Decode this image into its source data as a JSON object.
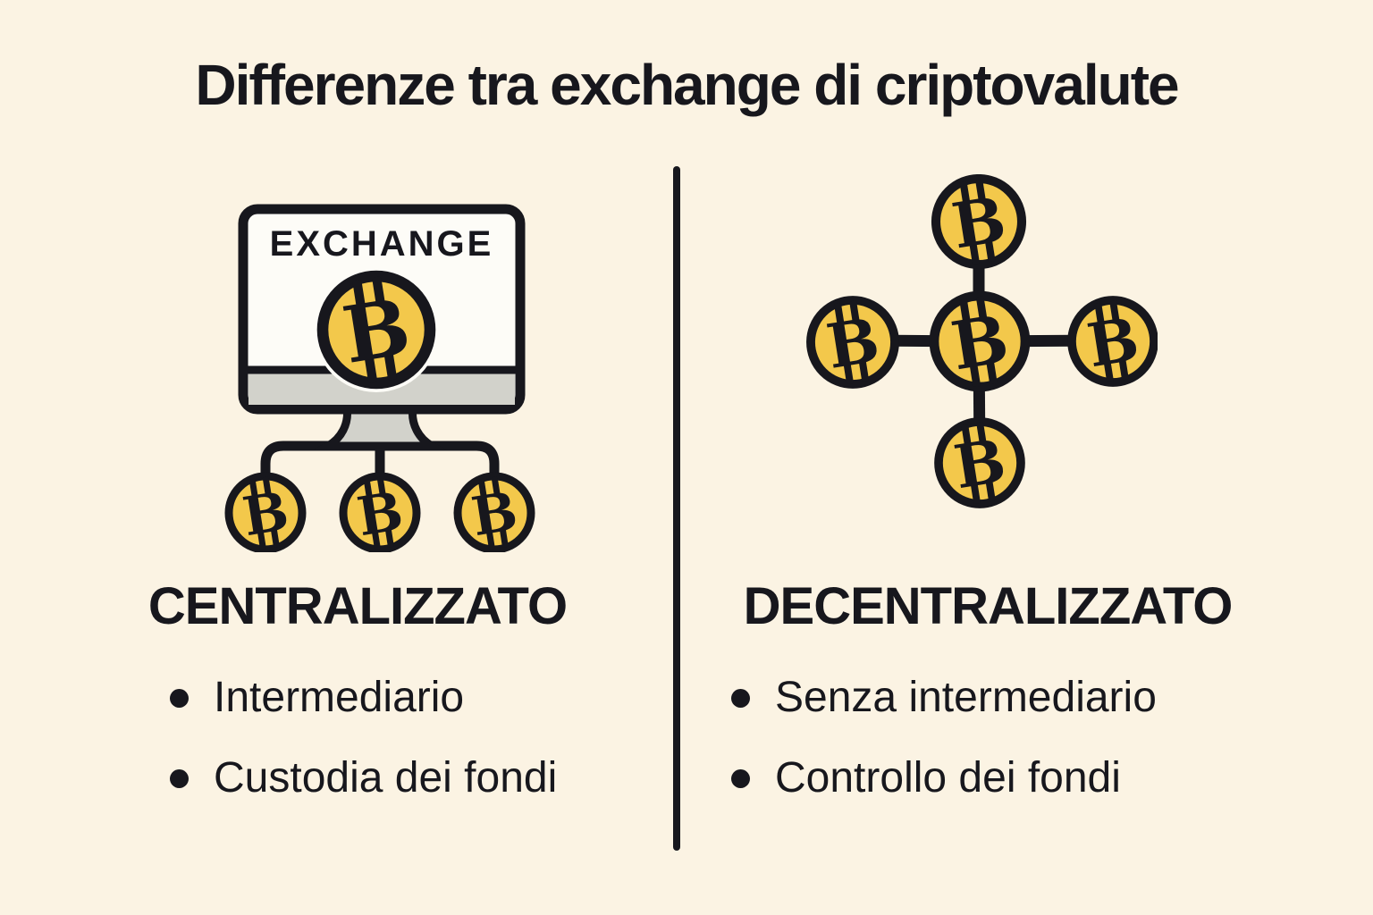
{
  "title": "Differenze tra exchange di criptovalute",
  "left": {
    "monitor_label": "EXCHANGE",
    "heading": "CENTRALIZZATO",
    "bullets": [
      "Intermediario",
      "Custodia dei fondi"
    ]
  },
  "right": {
    "heading": "DECENTRALIZZATO",
    "bullets": [
      "Senza intermediario",
      "Controllo dei fondi"
    ]
  },
  "icons": {
    "bitcoin_glyph": "B"
  },
  "colors": {
    "background": "#FBF3E3",
    "ink": "#17171D",
    "coin_yellow": "#F3C84B",
    "monitor_gray": "#D2D2CB",
    "screen_white": "#FDFCF7"
  }
}
